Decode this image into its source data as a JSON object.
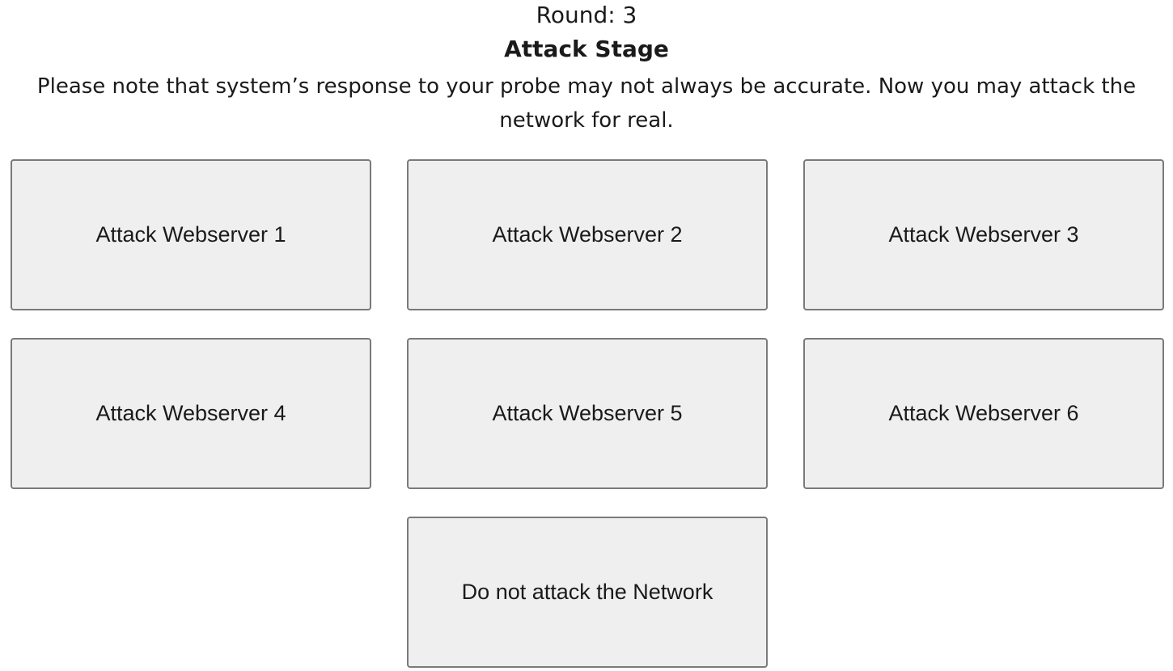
{
  "header": {
    "round": "Round: 3",
    "stage": "Attack Stage",
    "note": "Please note that system’s response to your probe may not always be accurate. Now you may attack the network for real."
  },
  "actions": [
    {
      "label": "Attack Webserver 1"
    },
    {
      "label": "Attack Webserver 2"
    },
    {
      "label": "Attack Webserver 3"
    },
    {
      "label": "Attack Webserver 4"
    },
    {
      "label": "Attack Webserver 5"
    },
    {
      "label": "Attack Webserver 6"
    },
    {
      "label": "Do not attack the Network"
    }
  ],
  "colors": {
    "button_background": "#efefef",
    "button_border": "#7a7a7a",
    "text": "#1a1a1a",
    "page_background": "#ffffff"
  }
}
